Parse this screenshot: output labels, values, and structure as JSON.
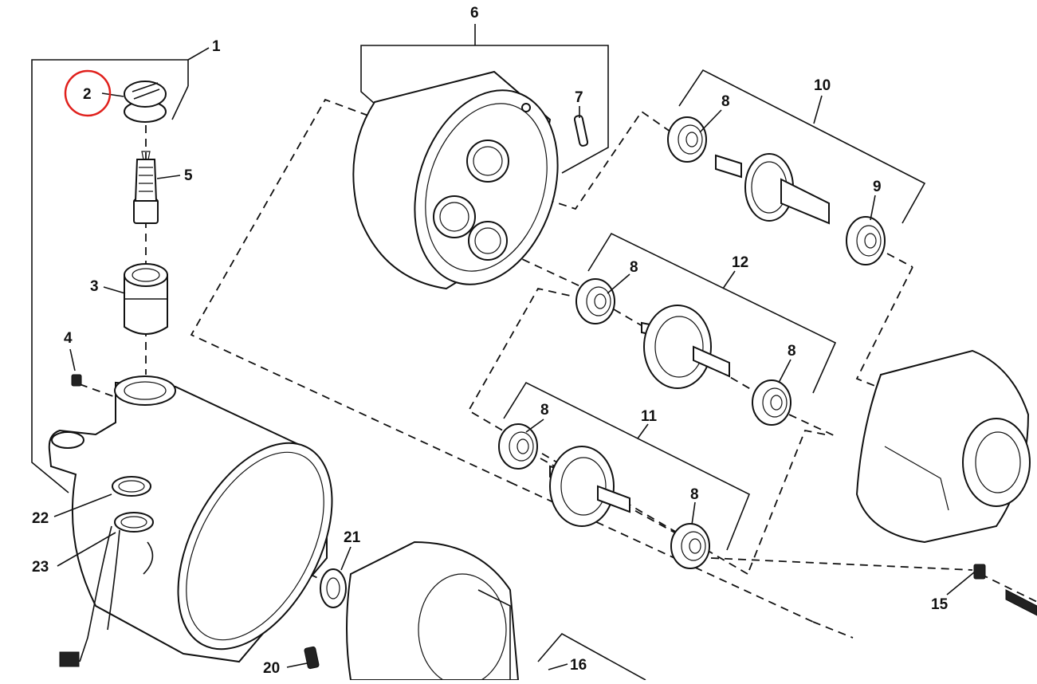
{
  "diagram": {
    "callouts": [
      {
        "id": "1",
        "text": "1"
      },
      {
        "id": "2",
        "text": "2"
      },
      {
        "id": "3",
        "text": "3"
      },
      {
        "id": "4",
        "text": "4"
      },
      {
        "id": "5",
        "text": "5"
      },
      {
        "id": "6",
        "text": "6"
      },
      {
        "id": "7",
        "text": "7"
      },
      {
        "id": "8a",
        "text": "8"
      },
      {
        "id": "8b",
        "text": "8"
      },
      {
        "id": "8c",
        "text": "8"
      },
      {
        "id": "8d",
        "text": "8"
      },
      {
        "id": "8e",
        "text": "8"
      },
      {
        "id": "9",
        "text": "9"
      },
      {
        "id": "10",
        "text": "10"
      },
      {
        "id": "11",
        "text": "11"
      },
      {
        "id": "12",
        "text": "12"
      },
      {
        "id": "15",
        "text": "15"
      },
      {
        "id": "16",
        "text": "16"
      },
      {
        "id": "20",
        "text": "20"
      },
      {
        "id": "21",
        "text": "21"
      },
      {
        "id": "22",
        "text": "22"
      },
      {
        "id": "23",
        "text": "23"
      }
    ],
    "highlight": {
      "target": "2",
      "color": "#e0201c"
    },
    "line_color": "#111111"
  }
}
